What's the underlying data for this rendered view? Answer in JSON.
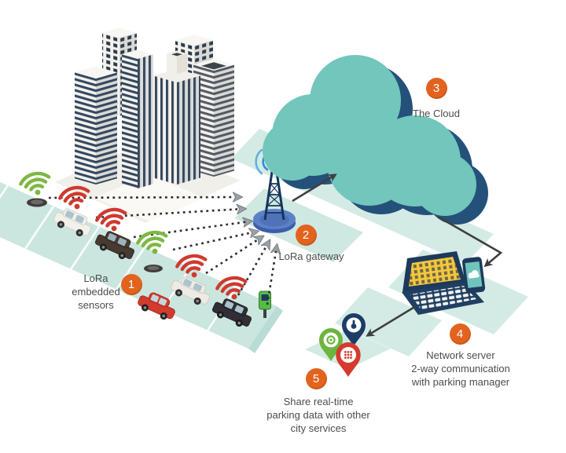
{
  "steps": [
    {
      "number": "1",
      "lines": [
        "LoRa",
        "embedded",
        "sensors"
      ]
    },
    {
      "number": "2",
      "lines": [
        "LoRa gateway"
      ]
    },
    {
      "number": "3",
      "lines": [
        "The Cloud"
      ]
    },
    {
      "number": "4",
      "lines": [
        "Network server",
        "2-way communication",
        "with parking manager"
      ]
    },
    {
      "number": "5",
      "lines": [
        "Share real-time",
        "parking data with other",
        "city services"
      ]
    }
  ],
  "colors": {
    "step_badge": "#e2631e",
    "caption_text": "#4d4d4f",
    "cloud_face": "#72c6bc",
    "cloud_side": "#24517a",
    "ground_band": "#d3ebe4",
    "street": "#cbe6df",
    "wifi_free": "#7db842",
    "wifi_occupied": "#cf3a2f",
    "link_arrow": "#3f3f3f",
    "gateway_base": "#5d81c6",
    "laptop_screen": "#f2c83d"
  },
  "icons": {
    "wifi_free_count": 2,
    "wifi_occupied_count": 4,
    "map_pins": [
      "green-ring-pin",
      "navy-hand-pin",
      "red-dots-pin"
    ]
  }
}
